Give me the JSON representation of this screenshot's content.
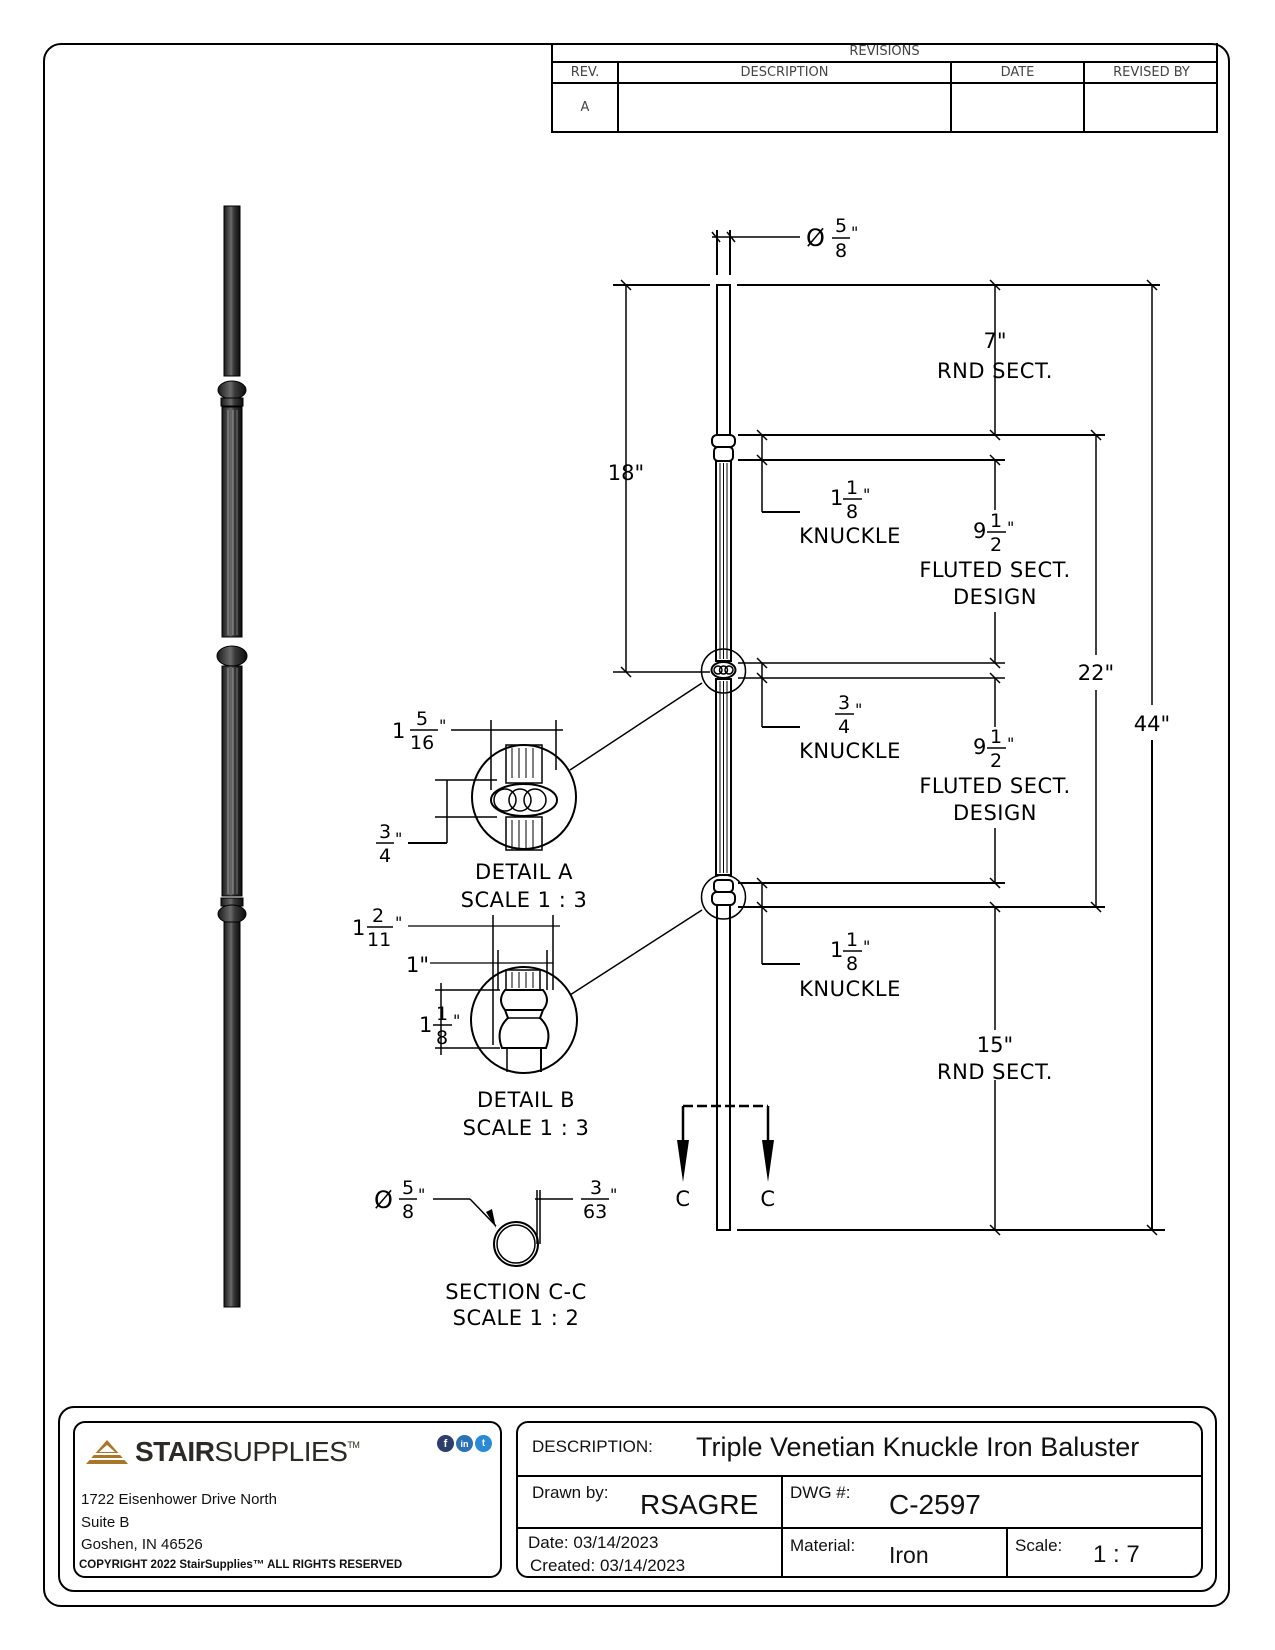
{
  "revisions": {
    "title": "REVISIONS",
    "columns": [
      "REV.",
      "DESCRIPTION",
      "DATE",
      "REVISED BY"
    ],
    "rows": [
      {
        "rev": "A",
        "description": "",
        "date": "",
        "revised_by": ""
      }
    ]
  },
  "main_view": {
    "diameter": {
      "symbol": "Ø",
      "num": "5",
      "den": "8",
      "unit": "\""
    },
    "top_round": {
      "value": "7\"",
      "label": "RND SECT."
    },
    "upper_height": "18\"",
    "top_knuckle": {
      "whole": "1",
      "num": "1",
      "den": "8",
      "unit": "\"",
      "label": "KNUCKLE"
    },
    "upper_fluted": {
      "whole": "9",
      "num": "1",
      "den": "2",
      "unit": "\"",
      "label1": "FLUTED SECT.",
      "label2": "DESIGN"
    },
    "middle_knuckle": {
      "whole": "",
      "num": "3",
      "den": "4",
      "unit": "\"",
      "label": "KNUCKLE"
    },
    "lower_fluted": {
      "whole": "9",
      "num": "1",
      "den": "2",
      "unit": "\"",
      "label1": "FLUTED SECT.",
      "label2": "DESIGN"
    },
    "bottom_knuckle": {
      "whole": "1",
      "num": "1",
      "den": "8",
      "unit": "\"",
      "label": "KNUCKLE"
    },
    "bottom_round": {
      "value": "15\"",
      "label": "RND SECT."
    },
    "center_height": "22\"",
    "overall_height": "44\"",
    "section_marks": [
      "C",
      "C"
    ]
  },
  "detail_a": {
    "width": {
      "whole": "1",
      "num": "5",
      "den": "16",
      "unit": "\""
    },
    "height": {
      "whole": "",
      "num": "3",
      "den": "4",
      "unit": "\""
    },
    "title": "DETAIL A",
    "scale": "SCALE 1 : 3"
  },
  "detail_b": {
    "outer_width": {
      "whole": "1",
      "num": "2",
      "den": "11",
      "unit": "\""
    },
    "inner_width": "1\"",
    "height": {
      "whole": "1",
      "num": "1",
      "den": "8",
      "unit": "\""
    },
    "title": "DETAIL B",
    "scale": "SCALE 1 : 3"
  },
  "section_cc": {
    "diameter": {
      "symbol": "Ø",
      "num": "5",
      "den": "8",
      "unit": "\""
    },
    "wall": {
      "num": "3",
      "den": "63",
      "unit": "\""
    },
    "title": "SECTION C-C",
    "scale": "SCALE 1 : 2"
  },
  "company": {
    "logo_bold": "STAIR",
    "logo_regular": "SUPPLIES",
    "logo_tm": "TM",
    "social_icons": [
      "facebook-icon",
      "linkedin-icon",
      "twitter-icon"
    ],
    "address_line1": "1722 Eisenhower Drive North",
    "address_line2": "Suite B",
    "address_line3": "Goshen, IN 46526",
    "copyright": "COPYRIGHT 2022 StairSupplies™ ALL RIGHTS RESERVED",
    "brand_color": "#a8772a"
  },
  "title_block": {
    "description_label": "DESCRIPTION:",
    "description": "Triple Venetian Knuckle Iron Baluster",
    "drawn_by_label": "Drawn by:",
    "drawn_by": "RSAGRE",
    "dwg_label": "DWG #:",
    "dwg_number": "C-2597",
    "date_label": "Date:",
    "date": "03/14/2023",
    "created_label": "Created:",
    "created": "03/14/2023",
    "material_label": "Material:",
    "material": "Iron",
    "scale_label": "Scale:",
    "scale": "1 : 7"
  }
}
